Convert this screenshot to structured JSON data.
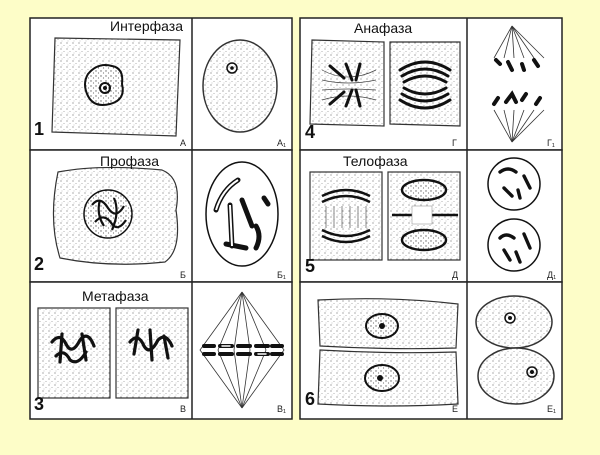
{
  "panels": [
    {
      "number": "1",
      "phase": "Интерфаза",
      "left_label": "А",
      "right_label": "А₁"
    },
    {
      "number": "2",
      "phase": "Профаза",
      "left_label": "Б",
      "right_label": "Б₁"
    },
    {
      "number": "3",
      "phase": "Метафаза",
      "left_label": "В",
      "right_label": "В₁"
    },
    {
      "number": "4",
      "phase": "Анафаза",
      "left_label": "Г",
      "right_label": "Г₁"
    },
    {
      "number": "5",
      "phase": "Телофаза",
      "left_label": "Д",
      "right_label": "Д₁"
    },
    {
      "number": "6",
      "phase": "",
      "left_label": "Е",
      "right_label": "Е₁"
    }
  ],
  "colors": {
    "background": "#FDFDC8",
    "panel": "#FFFFFF",
    "ink": "#1A1A1A",
    "stipple": "#8A8A8A"
  }
}
